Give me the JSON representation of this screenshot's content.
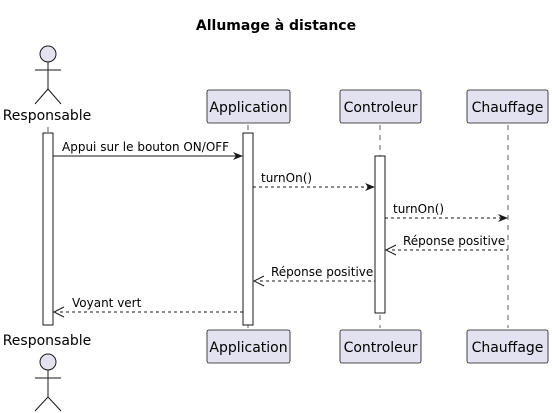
{
  "diagram": {
    "title": "Allumage à distance",
    "participants": [
      {
        "id": "responsable",
        "label": "Responsable",
        "kind": "actor"
      },
      {
        "id": "application",
        "label": "Application",
        "kind": "participant"
      },
      {
        "id": "controleur",
        "label": "Controleur",
        "kind": "participant"
      },
      {
        "id": "chauffage",
        "label": "Chauffage",
        "kind": "participant"
      }
    ],
    "messages": [
      {
        "from": "responsable",
        "to": "application",
        "label": "Appui sur le bouton ON/OFF",
        "style": "sync"
      },
      {
        "from": "application",
        "to": "controleur",
        "label": "turnOn()",
        "style": "async"
      },
      {
        "from": "controleur",
        "to": "chauffage",
        "label": "turnOn()",
        "style": "async"
      },
      {
        "from": "chauffage",
        "to": "controleur",
        "label": "Réponse positive",
        "style": "return"
      },
      {
        "from": "controleur",
        "to": "application",
        "label": "Réponse positive",
        "style": "return"
      },
      {
        "from": "application",
        "to": "responsable",
        "label": "Voyant vert",
        "style": "return"
      }
    ],
    "colors": {
      "participant_fill": "#e2e2f0",
      "participant_border": "#181818",
      "lifeline": "#181818",
      "activation_fill": "#ffffff",
      "arrow": "#181818"
    }
  }
}
